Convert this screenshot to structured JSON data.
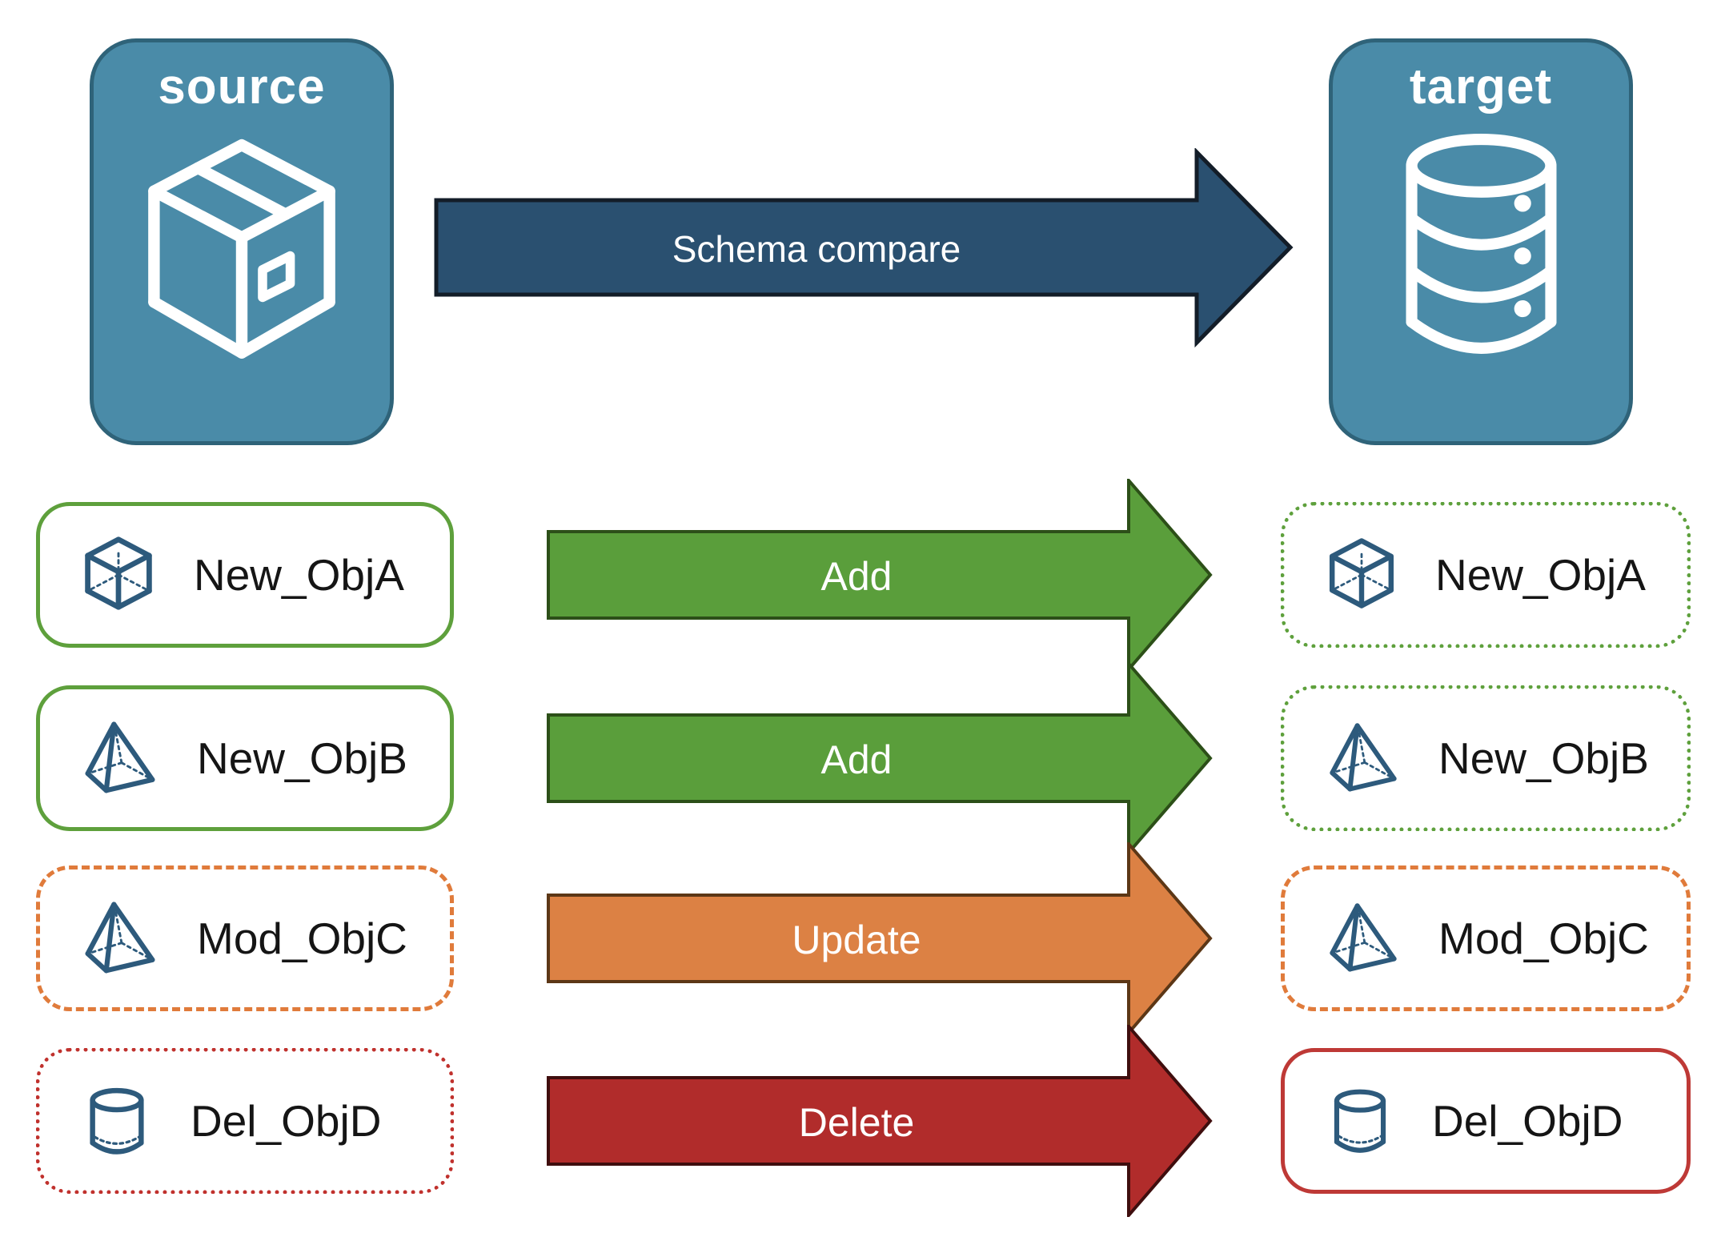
{
  "diagram": {
    "source_badge": {
      "label": "source",
      "icon": "package-box"
    },
    "target_badge": {
      "label": "target",
      "icon": "database"
    },
    "compare_arrow": {
      "label": "Schema compare"
    },
    "rows": [
      {
        "object": "New_ObjA",
        "icon": "cube",
        "action": "Add",
        "source_border": "solid-green",
        "target_border": "dotted-green"
      },
      {
        "object": "New_ObjB",
        "icon": "pyramid",
        "action": "Add",
        "source_border": "solid-green",
        "target_border": "dotted-green"
      },
      {
        "object": "Mod_ObjC",
        "icon": "pyramid",
        "action": "Update",
        "source_border": "dashed-orange",
        "target_border": "dashed-orange"
      },
      {
        "object": "Del_ObjD",
        "icon": "cylinder",
        "action": "Delete",
        "source_border": "dotted-red",
        "target_border": "solid-red"
      }
    ],
    "colors": {
      "badge_fill": "#4A8BA8",
      "badge_border": "#2F6379",
      "compare_arrow_fill": "#2A5070",
      "add_arrow_fill": "#5A9E3B",
      "update_arrow_fill": "#DC8144",
      "delete_arrow_fill": "#B12C2B",
      "green_border": "#5EA03C",
      "orange_border": "#E07B3B",
      "red_border": "#C0312D",
      "icon_blue": "#2D5A7C"
    }
  }
}
